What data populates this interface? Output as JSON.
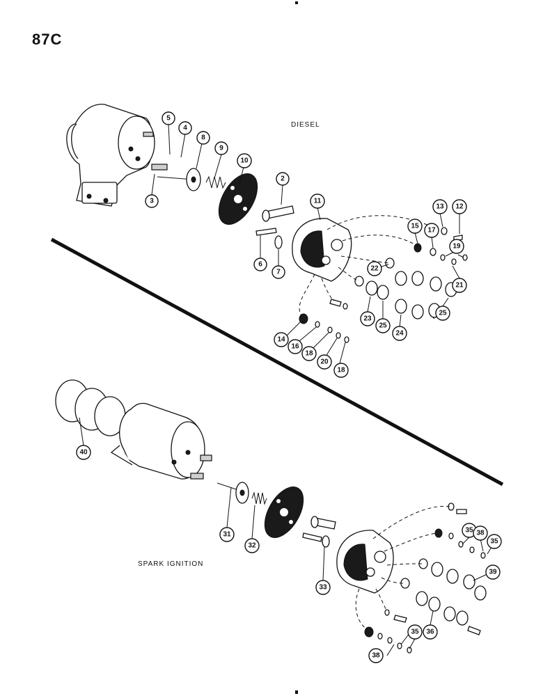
{
  "page": {
    "number": "87C"
  },
  "sections": {
    "diesel": "DIESEL",
    "spark": "SPARK IGNITION"
  },
  "callouts": {
    "c2": "2",
    "c3": "3",
    "c4": "4",
    "c5": "5",
    "c6": "6",
    "c7": "7",
    "c8": "8",
    "c9": "9",
    "c10": "10",
    "c11": "11",
    "c12": "12",
    "c13": "13",
    "c14": "14",
    "c15": "15",
    "c16": "16",
    "c17": "17",
    "c18a": "18",
    "c18b": "18",
    "c19": "19",
    "c20": "20",
    "c21": "21",
    "c22": "22",
    "c23": "23",
    "c24": "24",
    "c25a": "25",
    "c25b": "25",
    "c31": "31",
    "c32": "32",
    "c33": "33",
    "c35a": "35",
    "c35b": "35",
    "c35c": "35",
    "c36": "36",
    "c38a": "38",
    "c38b": "38",
    "c39": "39",
    "c40": "40"
  }
}
